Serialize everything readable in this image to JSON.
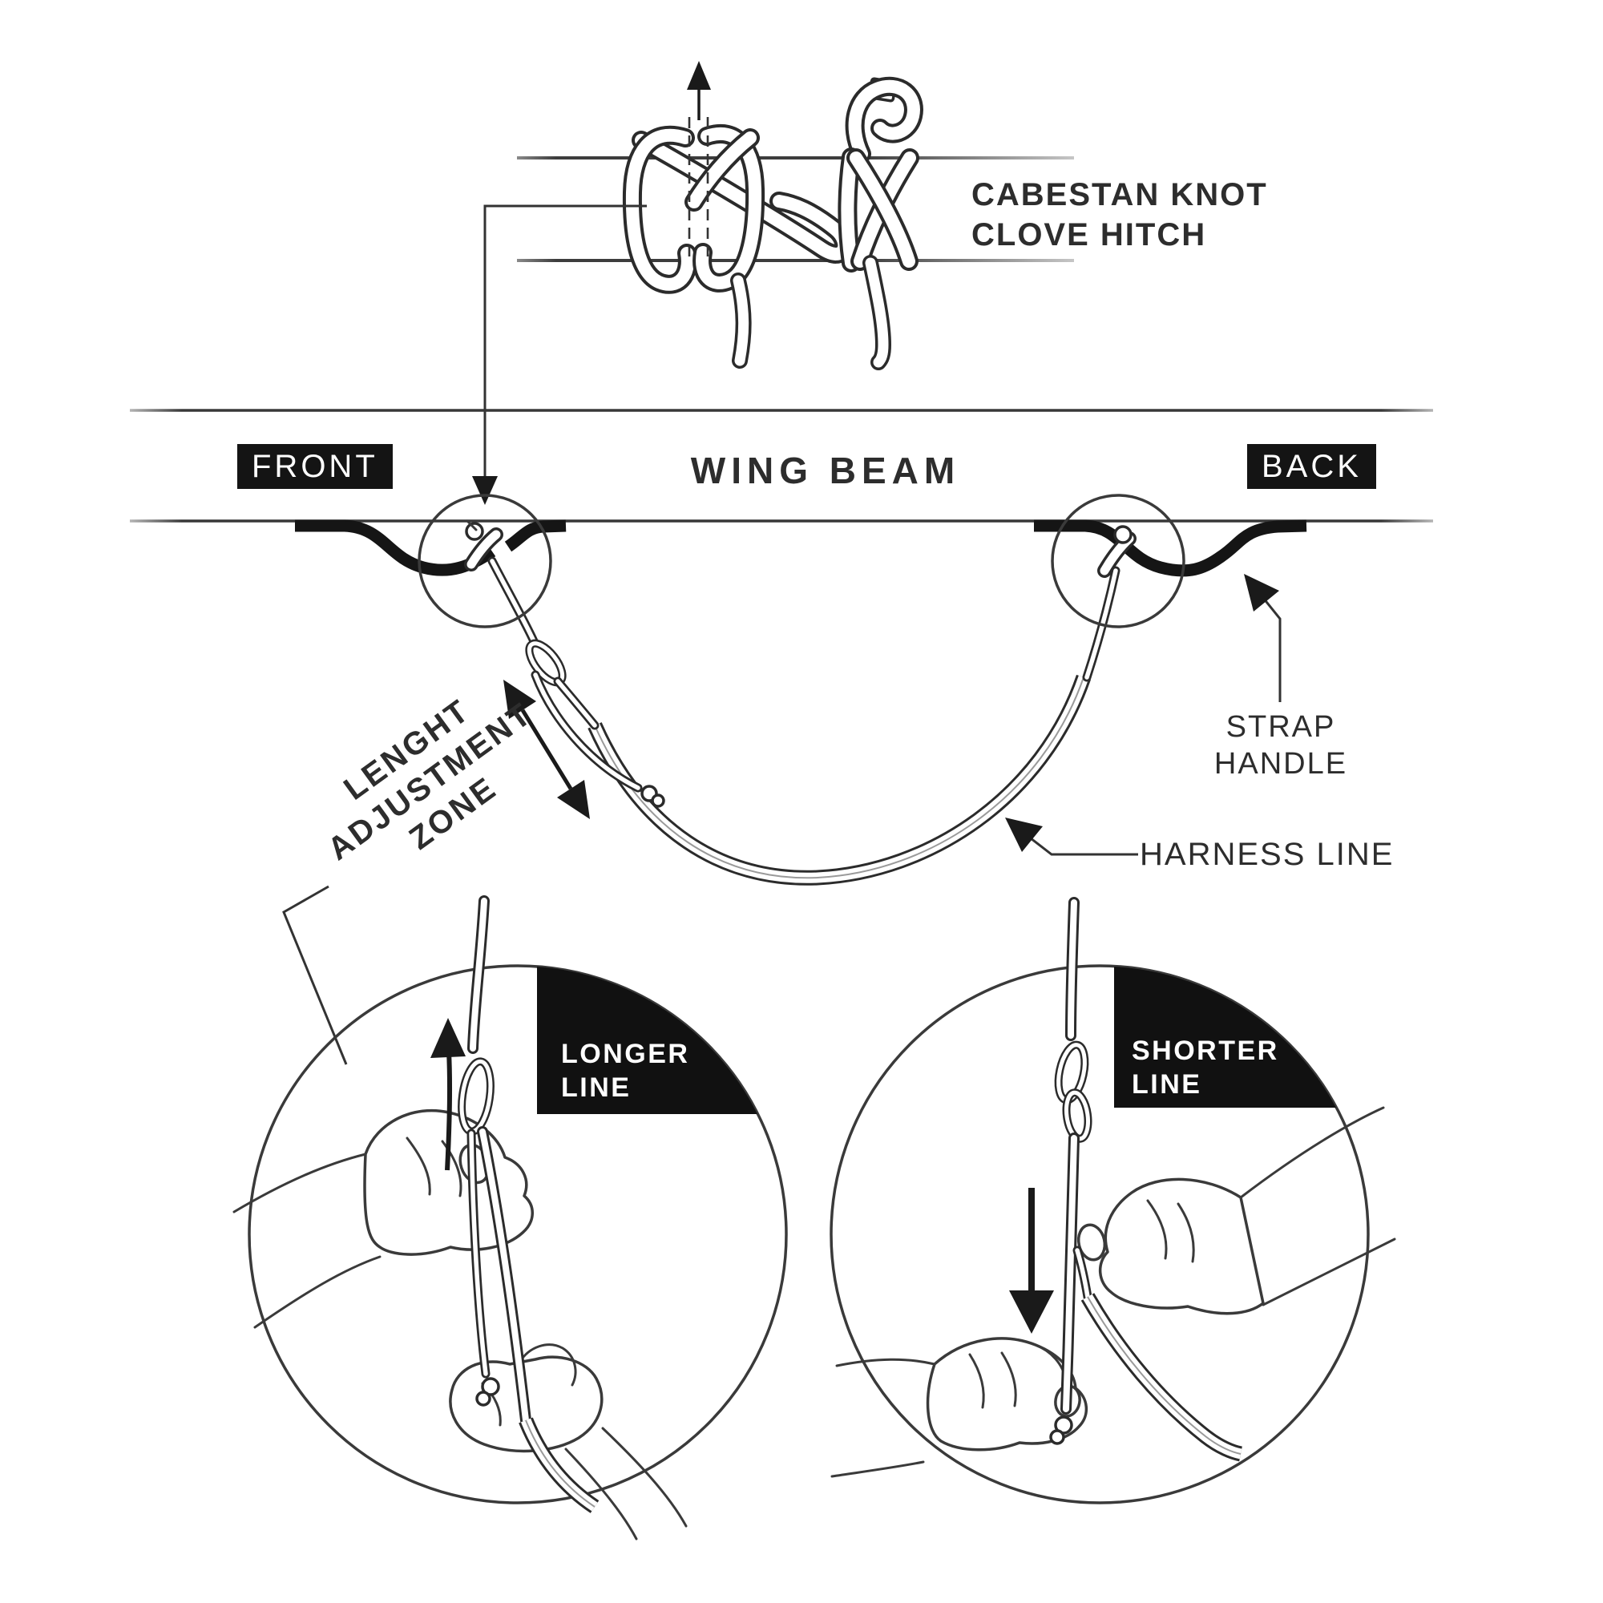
{
  "diagram": {
    "knot_note": {
      "line1": "CABESTAN KNOT",
      "line2": "CLOVE HITCH"
    },
    "beam": {
      "front_tag": "FRONT",
      "title": "WING BEAM",
      "back_tag": "BACK"
    },
    "annotations": {
      "adjustment_zone": {
        "line1": "LENGHT",
        "line2": "ADJUSTMENT",
        "line3": "ZONE"
      },
      "strap_handle": {
        "line1": "STRAP",
        "line2": "HANDLE"
      },
      "harness_line": "HARNESS LINE"
    },
    "insets": {
      "longer": {
        "line1": "LONGER",
        "line2": "LINE"
      },
      "shorter": {
        "line1": "SHORTER",
        "line2": "LINE"
      }
    },
    "icons": [
      "pull-up-arrow-icon",
      "pointer-down-arrow-icon",
      "double-adjust-arrow-icon",
      "strap-handle-arrow-icon",
      "harness-line-arrow-icon",
      "lengthen-up-arrow-icon",
      "shorten-down-arrow-icon"
    ],
    "colors": {
      "ink": "#2d2d2d",
      "black": "#141414",
      "white": "#ffffff",
      "line_gray": "#3a3a3a"
    }
  }
}
